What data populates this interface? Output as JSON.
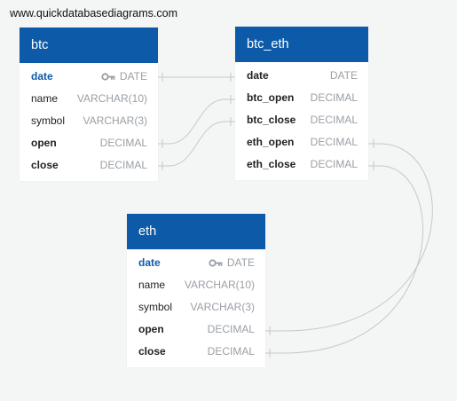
{
  "watermark": "www.quickdatabasediagrams.com",
  "colors": {
    "header": "#0d5ba8",
    "pk_text": "#0d5ba8",
    "type_text": "#9aa0a6",
    "connector": "#c4c8cc",
    "background": "#f4f5f5"
  },
  "tables": {
    "btc": {
      "title": "btc",
      "columns": [
        {
          "name": "date",
          "type": "DATE",
          "primary_key": true
        },
        {
          "name": "name",
          "type": "VARCHAR(10)"
        },
        {
          "name": "symbol",
          "type": "VARCHAR(3)"
        },
        {
          "name": "open",
          "type": "DECIMAL"
        },
        {
          "name": "close",
          "type": "DECIMAL"
        }
      ]
    },
    "btc_eth": {
      "title": "btc_eth",
      "columns": [
        {
          "name": "date",
          "type": "DATE"
        },
        {
          "name": "btc_open",
          "type": "DECIMAL"
        },
        {
          "name": "btc_close",
          "type": "DECIMAL"
        },
        {
          "name": "eth_open",
          "type": "DECIMAL"
        },
        {
          "name": "eth_close",
          "type": "DECIMAL"
        }
      ]
    },
    "eth": {
      "title": "eth",
      "columns": [
        {
          "name": "date",
          "type": "DATE",
          "primary_key": true
        },
        {
          "name": "name",
          "type": "VARCHAR(10)"
        },
        {
          "name": "symbol",
          "type": "VARCHAR(3)"
        },
        {
          "name": "open",
          "type": "DECIMAL"
        },
        {
          "name": "close",
          "type": "DECIMAL"
        }
      ]
    }
  },
  "relationships": [
    {
      "from": "btc.date",
      "to": "btc_eth.date"
    },
    {
      "from": "btc.open",
      "to": "btc_eth.btc_open"
    },
    {
      "from": "btc.close",
      "to": "btc_eth.btc_close"
    },
    {
      "from": "btc_eth.eth_open",
      "to": "eth.open"
    },
    {
      "from": "btc_eth.eth_close",
      "to": "eth.close"
    }
  ]
}
